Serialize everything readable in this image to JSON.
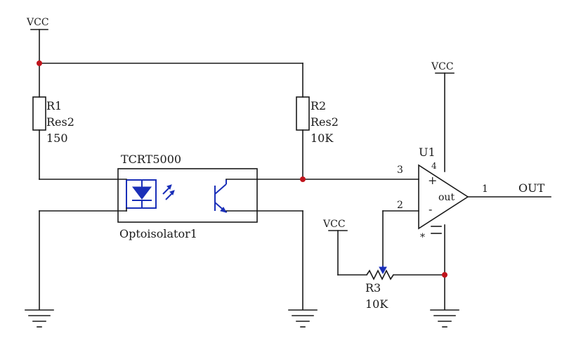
{
  "colors": {
    "wire": "#1a1a1a",
    "junction": "#c0141c",
    "component": "#1a2fb8"
  },
  "power": {
    "vcc_top_left": "VCC",
    "vcc_opamp": "VCC",
    "vcc_pot": "VCC"
  },
  "r1": {
    "designator": "R1",
    "type": "Res2",
    "value": "150"
  },
  "r2": {
    "designator": "R2",
    "type": "Res2",
    "value": "10K"
  },
  "r3": {
    "designator": "R3",
    "value": "10K"
  },
  "opto": {
    "part": "TCRT5000",
    "name": "Optoisolator1"
  },
  "u1": {
    "designator": "U1",
    "pin3": "3",
    "pin2": "2",
    "pin4": "4",
    "pin1": "1",
    "plus": "+",
    "minus": "-",
    "out": "out",
    "star": "*"
  },
  "output_label": "OUT"
}
